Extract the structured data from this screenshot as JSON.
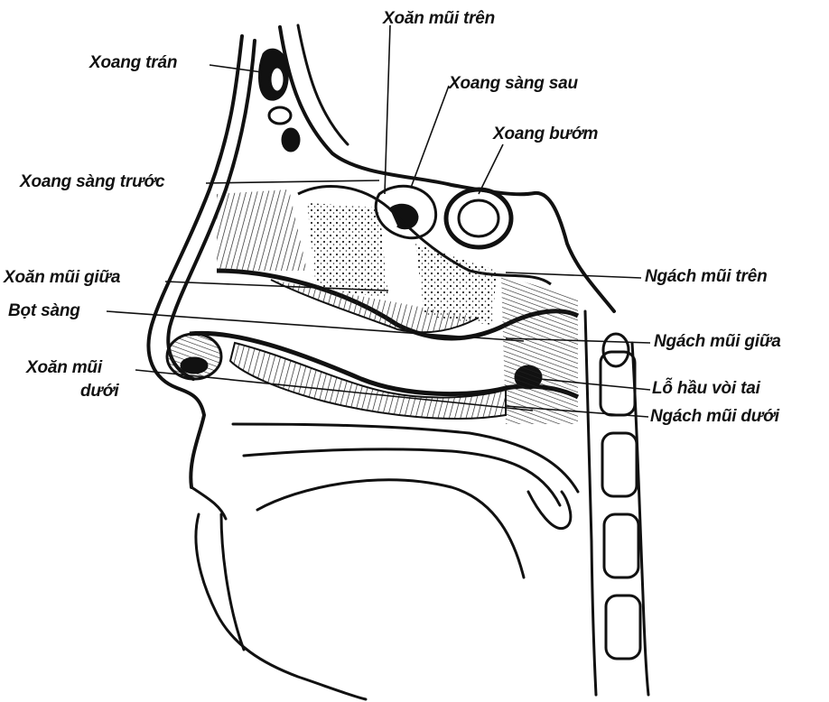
{
  "labels": {
    "xoang_tran": "Xoang trán",
    "xoan_mui_tren": "Xoăn mũi trên",
    "xoang_sang_sau": "Xoang sàng sau",
    "xoang_buom": "Xoang bướm",
    "xoang_sang_truoc": "Xoang sàng trước",
    "xoan_mui_giua": "Xoăn mũi giữa",
    "bot_sang": "Bọt sàng",
    "xoan_mui_duoi_1": "Xoăn mũi",
    "xoan_mui_duoi_2": "dưới",
    "ngach_mui_tren": "Ngách mũi trên",
    "ngach_mui_giua": "Ngách mũi giữa",
    "lo_hau_voi_tai": "Lỗ hầu vòi tai",
    "ngach_mui_duoi": "Ngách mũi dưới"
  },
  "colors": {
    "ink": "#111111",
    "paper": "#ffffff"
  }
}
